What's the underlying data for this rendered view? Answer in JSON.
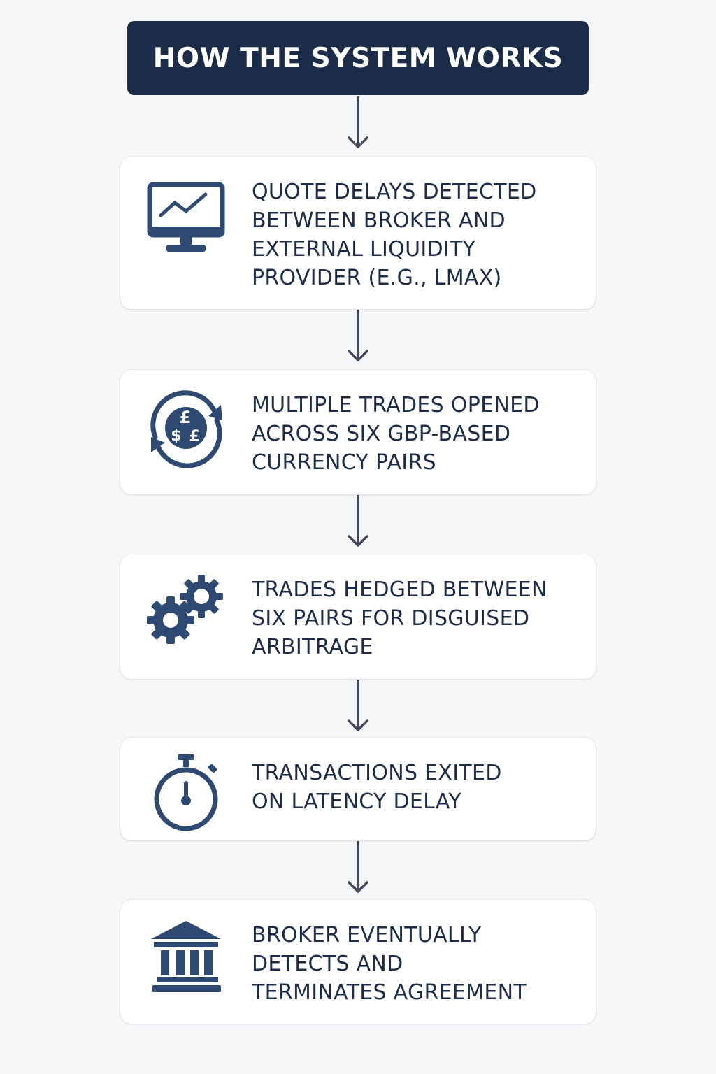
{
  "header": {
    "title": "HOW THE SYSTEM WORKS"
  },
  "colors": {
    "navy": "#1b2c48",
    "icon": "#2e4a72",
    "text": "#1c2d49",
    "arrow": "#3f4a5c",
    "card": "#ffffff",
    "background": "#f6f7f9"
  },
  "steps": [
    {
      "icon": "monitor-chart-icon",
      "text": "QUOTE DELAYS DETECTED\nBETWEEN BROKER AND\nEXTERNAL LIQUIDITY\nPROVIDER (E.G., LMAX)"
    },
    {
      "icon": "currency-exchange-icon",
      "icon_symbols": [
        "£",
        "$",
        "£"
      ],
      "text": "MULTIPLE TRADES OPENED\nACROSS SIX GBP-BASED\nCURRENCY PAIRS"
    },
    {
      "icon": "gears-icon",
      "text": "TRADES HEDGED BETWEEN\nSIX PAIRS FOR DISGUISED\nARBITRAGE"
    },
    {
      "icon": "stopwatch-icon",
      "text": "TRANSACTIONS EXITED\nON LATENCY DELAY"
    },
    {
      "icon": "bank-icon",
      "text": "BROKER EVENTUALLY\nDETECTS AND\nTERMINATES AGREEMENT"
    }
  ]
}
